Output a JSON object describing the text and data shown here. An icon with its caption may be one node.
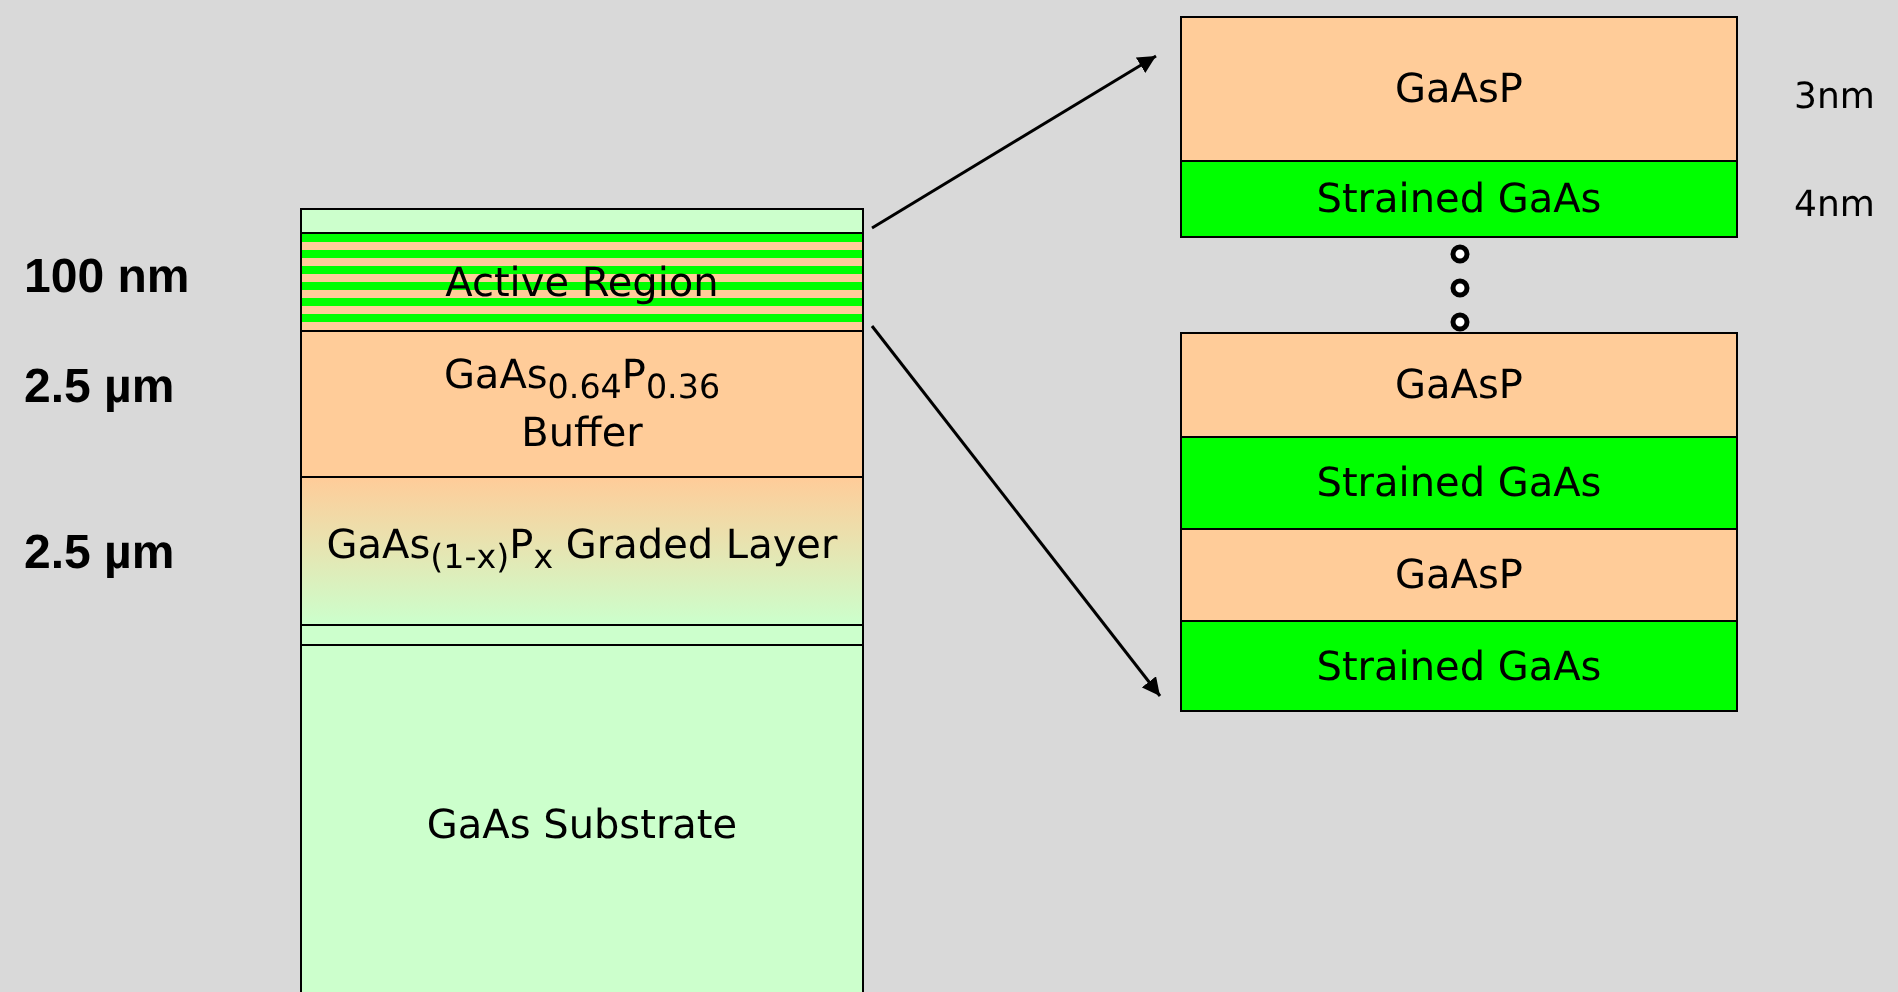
{
  "diagram": {
    "nodes": [
      {
        "text": [],
        "shape": "box"
      },
      {
        "text": [
          "Active Region"
        ]
      },
      {
        "text": [
          "GaAs$_{0.64}$P$_{0.36}$ Buffer"
        ]
      },
      {
        "text": [
          "GaAs$_{(1-x)}$P$_{x}$ Graded Layer"
        ]
      },
      {
        "text": [],
        "shape": "box"
      },
      {
        "text": [
          "GaAs Substrate"
        ]
      },
      {
        "text": [
          "GaAsP"
        ]
      },
      {
        "text": [
          "Strained GaAs"
        ]
      },
      {
        "text": [
          "GaAsP"
        ]
      },
      {
        "text": [
          "Strained GaAs"
        ]
      },
      {
        "text": [
          "GaAsP"
        ]
      },
      {
        "text": [
          "Strained GaAs"
        ]
      }
    ],
    "edges": [
      {
        "from": 1,
        "to": 6,
        "arrow": "to"
      },
      {
        "from": 1,
        "to": 11,
        "arrow": "to"
      }
    ],
    "labels": [
      "100 nm",
      "2.5 µm",
      "2.5 µm",
      "3nm",
      "4nm"
    ]
  }
}
